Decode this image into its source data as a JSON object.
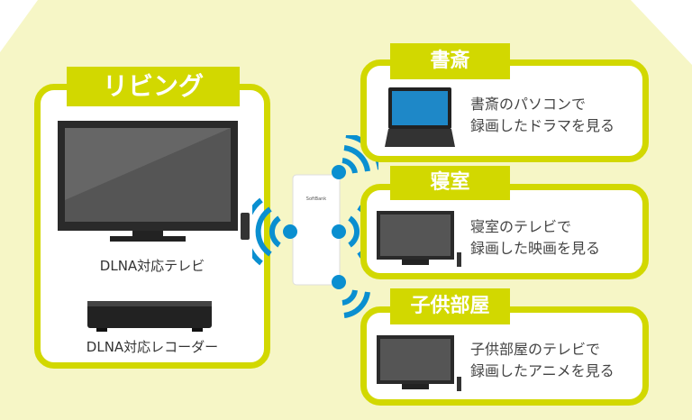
{
  "living": {
    "title": "リビング",
    "tv_caption": "DLNA対応テレビ",
    "recorder_caption": "DLNA対応レコーダー"
  },
  "router": {
    "brand": "SoftBank"
  },
  "rooms": [
    {
      "title": "書斎",
      "line1": "書斎のパソコンで",
      "line2": "録画したドラマを見る"
    },
    {
      "title": "寝室",
      "line1": "寝室のテレビで",
      "line2": "録画した映画を見る"
    },
    {
      "title": "子供部屋",
      "line1": "子供部屋のテレビで",
      "line2": "録画したアニメを見る"
    }
  ],
  "colors": {
    "house": "#f6f6c6",
    "accent": "#d2d800",
    "wave": "#0a8fd0"
  }
}
